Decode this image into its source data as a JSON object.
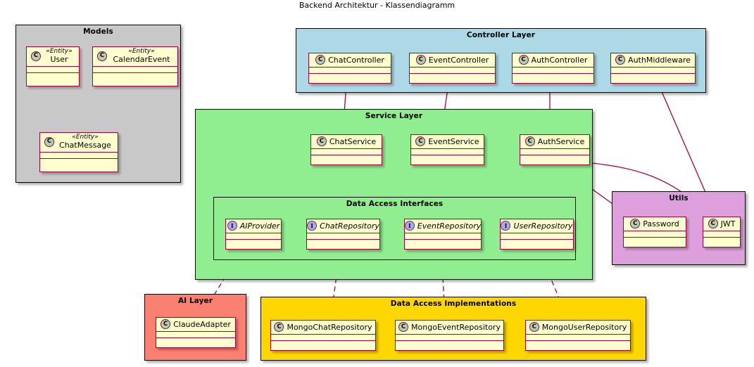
{
  "diagram": {
    "title": "Backend Architektur - Klassendiagramm",
    "stereotype_entity": "«Entity»",
    "class_icon_letter": "C",
    "interface_icon_letter": "I"
  },
  "colors": {
    "class_fill": "#FEFECE",
    "class_border": "#A80036",
    "class_icon_fill": "#ADD1B2",
    "interface_icon_fill": "#B4A7E5",
    "models_pkg": "#C8C8C8",
    "controller_pkg": "#ADD8E6",
    "service_pkg": "#90EE90",
    "utils_pkg": "#DDA0DD",
    "ai_pkg": "#FA8072",
    "dao_impl_pkg": "#FFD700",
    "edge": "#A80036"
  },
  "packages": [
    {
      "id": "models",
      "title": "Models"
    },
    {
      "id": "controller",
      "title": "Controller Layer"
    },
    {
      "id": "service",
      "title": "Service Layer"
    },
    {
      "id": "dao_interfaces",
      "title": "Data Access Interfaces"
    },
    {
      "id": "utils",
      "title": "Utils"
    },
    {
      "id": "ai",
      "title": "AI Layer"
    },
    {
      "id": "dao_impl",
      "title": "Data Access Implementations"
    }
  ],
  "classes": {
    "user": {
      "name": "User",
      "stereotype": "«Entity»",
      "kind": "class"
    },
    "calendar_event": {
      "name": "CalendarEvent",
      "stereotype": "«Entity»",
      "kind": "class"
    },
    "chat_message": {
      "name": "ChatMessage",
      "stereotype": "«Entity»",
      "kind": "class"
    },
    "chat_controller": {
      "name": "ChatController",
      "kind": "class"
    },
    "event_controller": {
      "name": "EventController",
      "kind": "class"
    },
    "auth_controller": {
      "name": "AuthController",
      "kind": "class"
    },
    "auth_middleware": {
      "name": "AuthMiddleware",
      "kind": "class"
    },
    "chat_service": {
      "name": "ChatService",
      "kind": "class"
    },
    "event_service": {
      "name": "EventService",
      "kind": "class"
    },
    "auth_service": {
      "name": "AuthService",
      "kind": "class"
    },
    "ai_provider": {
      "name": "AIProvider",
      "kind": "interface"
    },
    "chat_repository": {
      "name": "ChatRepository",
      "kind": "interface"
    },
    "event_repository": {
      "name": "EventRepository",
      "kind": "interface"
    },
    "user_repository": {
      "name": "UserRepository",
      "kind": "interface"
    },
    "password": {
      "name": "Password",
      "kind": "class"
    },
    "jwt": {
      "name": "JWT",
      "kind": "class"
    },
    "claude_adapter": {
      "name": "ClaudeAdapter",
      "kind": "class"
    },
    "mongo_chat_repo": {
      "name": "MongoChatRepository",
      "kind": "class"
    },
    "mongo_event_repo": {
      "name": "MongoEventRepository",
      "kind": "class"
    },
    "mongo_user_repo": {
      "name": "MongoUserRepository",
      "kind": "class"
    }
  },
  "relations": [
    {
      "from": "chat_controller",
      "to": "chat_service",
      "type": "association"
    },
    {
      "from": "event_controller",
      "to": "event_service",
      "type": "association"
    },
    {
      "from": "auth_controller",
      "to": "auth_service",
      "type": "association"
    },
    {
      "from": "auth_middleware",
      "to": "jwt",
      "type": "association"
    },
    {
      "from": "chat_service",
      "to": "ai_provider",
      "type": "association"
    },
    {
      "from": "chat_service",
      "to": "chat_repository",
      "type": "association"
    },
    {
      "from": "chat_service",
      "to": "event_repository",
      "type": "association"
    },
    {
      "from": "event_service",
      "to": "event_repository",
      "type": "association"
    },
    {
      "from": "auth_service",
      "to": "user_repository",
      "type": "association"
    },
    {
      "from": "auth_service",
      "to": "password",
      "type": "association"
    },
    {
      "from": "auth_service",
      "to": "jwt",
      "type": "association"
    },
    {
      "from": "claude_adapter",
      "to": "ai_provider",
      "type": "realization"
    },
    {
      "from": "mongo_chat_repo",
      "to": "chat_repository",
      "type": "realization"
    },
    {
      "from": "mongo_event_repo",
      "to": "event_repository",
      "type": "realization"
    },
    {
      "from": "mongo_user_repo",
      "to": "user_repository",
      "type": "realization"
    }
  ]
}
